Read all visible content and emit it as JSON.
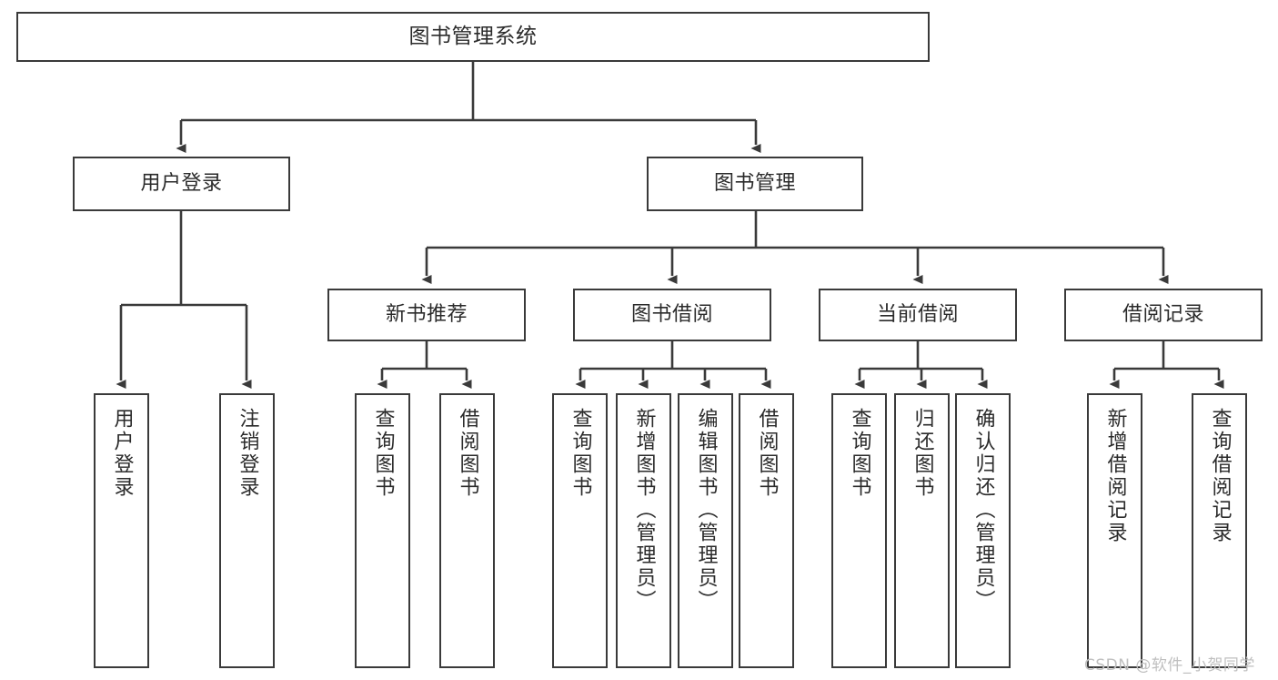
{
  "diagram": {
    "title": "图书管理系统",
    "type": "tree",
    "stroke_color": "#3a3a3a",
    "text_color": "#2b2b2b",
    "background_color": "#ffffff",
    "watermark": "CSDN @软件_小贺同学",
    "watermark_color": "#bfbfbf"
  },
  "nodes": {
    "root": {
      "label": "图书管理系统"
    },
    "level1": [
      {
        "label": "用户登录"
      },
      {
        "label": "图书管理"
      }
    ],
    "level2": [
      {
        "label": "新书推荐"
      },
      {
        "label": "图书借阅"
      },
      {
        "label": "当前借阅"
      },
      {
        "label": "借阅记录"
      }
    ],
    "leaves": {
      "user_login": [
        {
          "label": "用户登录"
        },
        {
          "label": "注销登录"
        }
      ],
      "new_book": [
        {
          "label": "查询图书"
        },
        {
          "label": "借阅图书"
        }
      ],
      "book_borrow": [
        {
          "label": "查询图书"
        },
        {
          "label": "新增图书（管理员）"
        },
        {
          "label": "编辑图书（管理员）"
        },
        {
          "label": "借阅图书"
        }
      ],
      "current_borrow": [
        {
          "label": "查询图书"
        },
        {
          "label": "归还图书"
        },
        {
          "label": "确认归还（管理员）"
        }
      ],
      "borrow_record": [
        {
          "label": "新增借阅记录"
        },
        {
          "label": "查询借阅记录"
        }
      ]
    }
  }
}
